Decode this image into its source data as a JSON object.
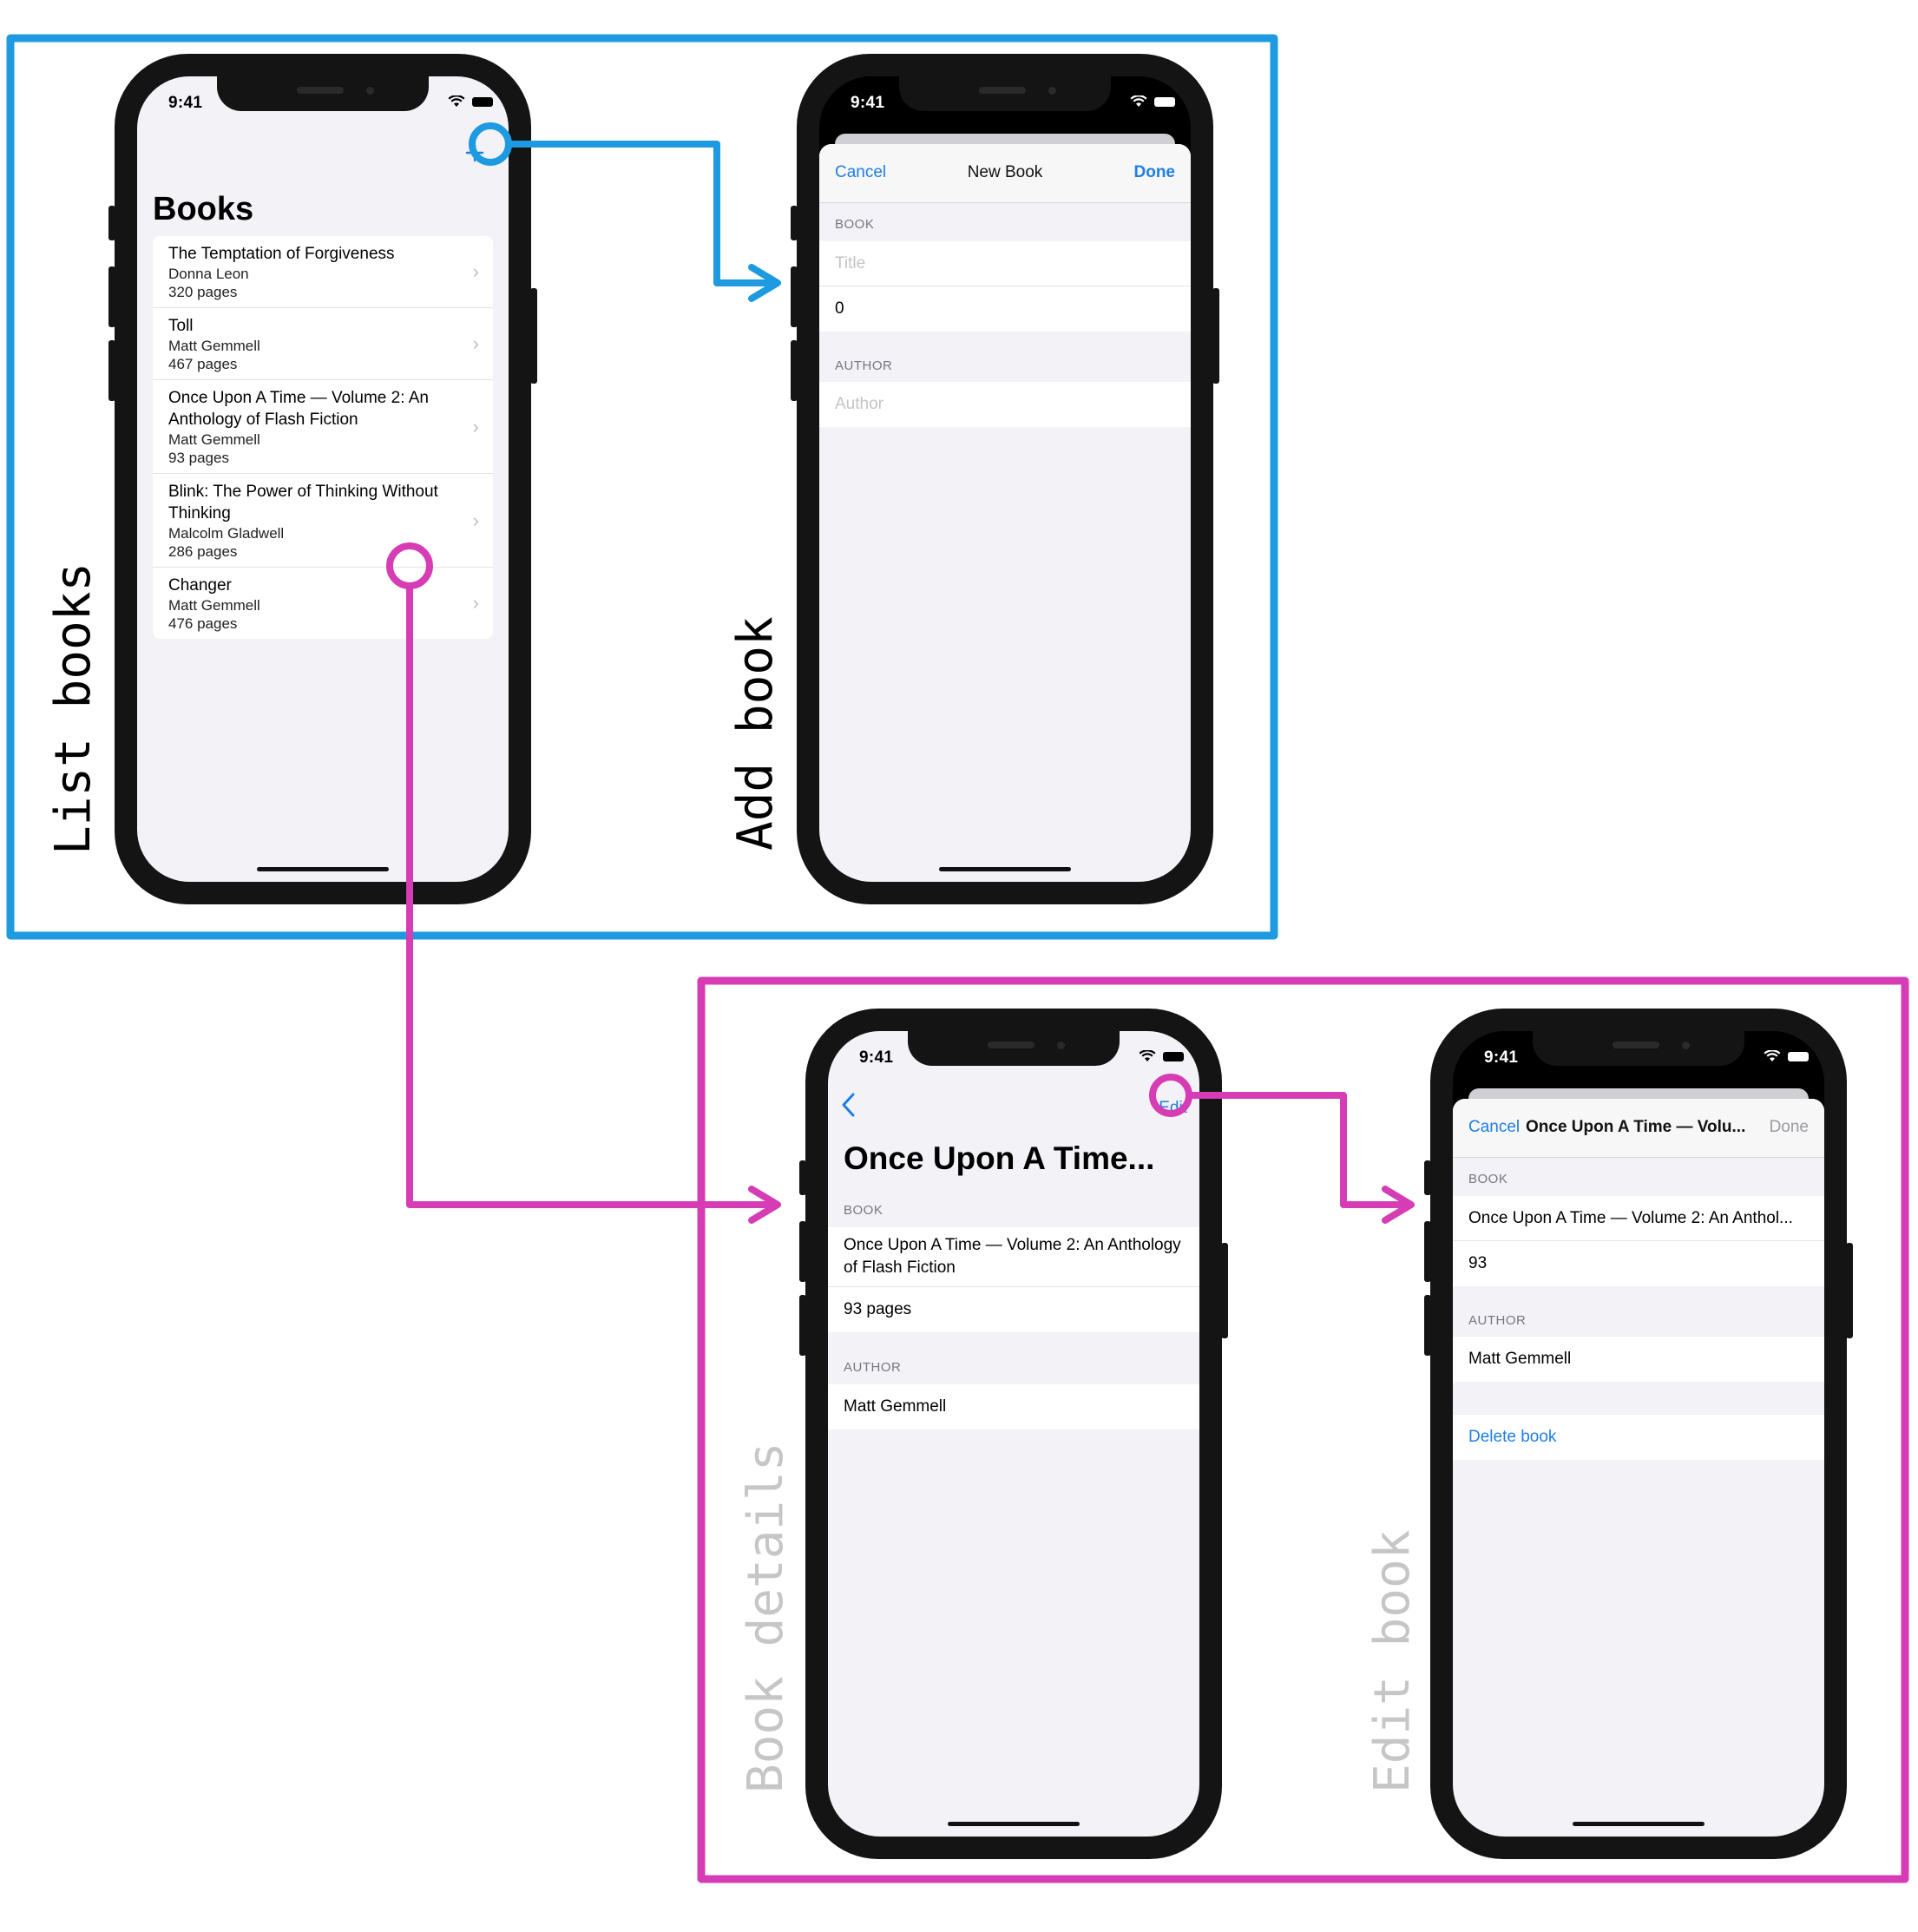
{
  "colors": {
    "blue_frame": "#1d9ae0",
    "magenta_frame": "#d63cb4",
    "ios_blue": "#1e7ee6",
    "grey_label": "#c6c6c6"
  },
  "labels": {
    "list_books": "List books",
    "add_book": "Add book",
    "book_details": "Book details",
    "edit_book": "Edit book"
  },
  "status": {
    "time": "9:41"
  },
  "list_screen": {
    "title": "Books",
    "add_icon": "plus-icon",
    "books": [
      {
        "title": "The Temptation of Forgiveness",
        "author": "Donna Leon",
        "pages": "320 pages"
      },
      {
        "title": "Toll",
        "author": "Matt Gemmell",
        "pages": "467 pages"
      },
      {
        "title": "Once Upon A Time — Volume 2: An Anthology of Flash Fiction",
        "author": "Matt Gemmell",
        "pages": "93 pages"
      },
      {
        "title": "Blink: The Power of Thinking Without Thinking",
        "author": "Malcolm Gladwell",
        "pages": "286 pages"
      },
      {
        "title": "Changer",
        "author": "Matt Gemmell",
        "pages": "476 pages"
      }
    ]
  },
  "add_screen": {
    "cancel": "Cancel",
    "title": "New Book",
    "done": "Done",
    "book_section": "BOOK",
    "title_placeholder": "Title",
    "pages_value": "0",
    "author_section": "AUTHOR",
    "author_placeholder": "Author"
  },
  "details_screen": {
    "edit": "Edit",
    "title": "Once Upon A Time...",
    "book_section": "BOOK",
    "book_title": "Once Upon A Time — Volume 2: An Anthology of Flash Fiction",
    "pages": "93 pages",
    "author_section": "AUTHOR",
    "author": "Matt Gemmell"
  },
  "edit_screen": {
    "cancel": "Cancel",
    "title": "Once Upon A Time — Volu...",
    "done": "Done",
    "book_section": "BOOK",
    "book_title": "Once Upon A Time — Volume 2: An Anthol...",
    "pages": "93",
    "author_section": "AUTHOR",
    "author": "Matt Gemmell",
    "delete": "Delete book"
  }
}
